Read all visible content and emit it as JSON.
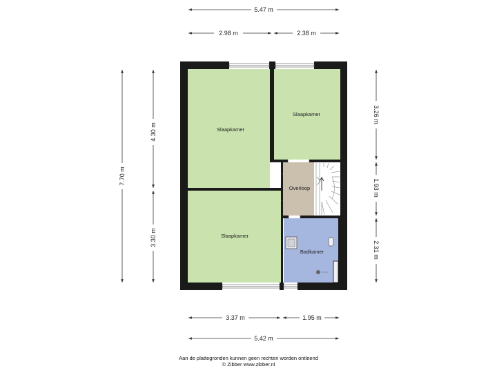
{
  "colors": {
    "bedroom": "#c9e2ae",
    "landing": "#cbbfae",
    "bathroom": "#a5b6df",
    "wall": "#1a1a1a",
    "stairs": "#ffffff",
    "dimension_line": "#333333"
  },
  "rooms": [
    {
      "id": "bedroom-1",
      "label": "Slaapkamer"
    },
    {
      "id": "bedroom-2",
      "label": "Slaapkamer"
    },
    {
      "id": "bedroom-3",
      "label": "Slaapkamer"
    },
    {
      "id": "landing",
      "label": "Overloop"
    },
    {
      "id": "bathroom",
      "label": "Badkamer"
    }
  ],
  "dimensions": {
    "top_total": "5.47 m",
    "top_left": "2.98 m",
    "top_right": "2.38 m",
    "bottom_left": "3.37 m",
    "bottom_right": "1.95 m",
    "bottom_total": "5.42 m",
    "left_total": "7.70 m",
    "left_upper": "4.30 m",
    "left_lower": "3.30 m",
    "right_upper": "3.26 m",
    "right_middle": "1.93 m",
    "right_lower": "2.31 m"
  },
  "footer": {
    "line1": "Aan de plattegronden kunnen geen rechten worden ontleend",
    "line2": "© Zibber www.zibber.nl"
  }
}
